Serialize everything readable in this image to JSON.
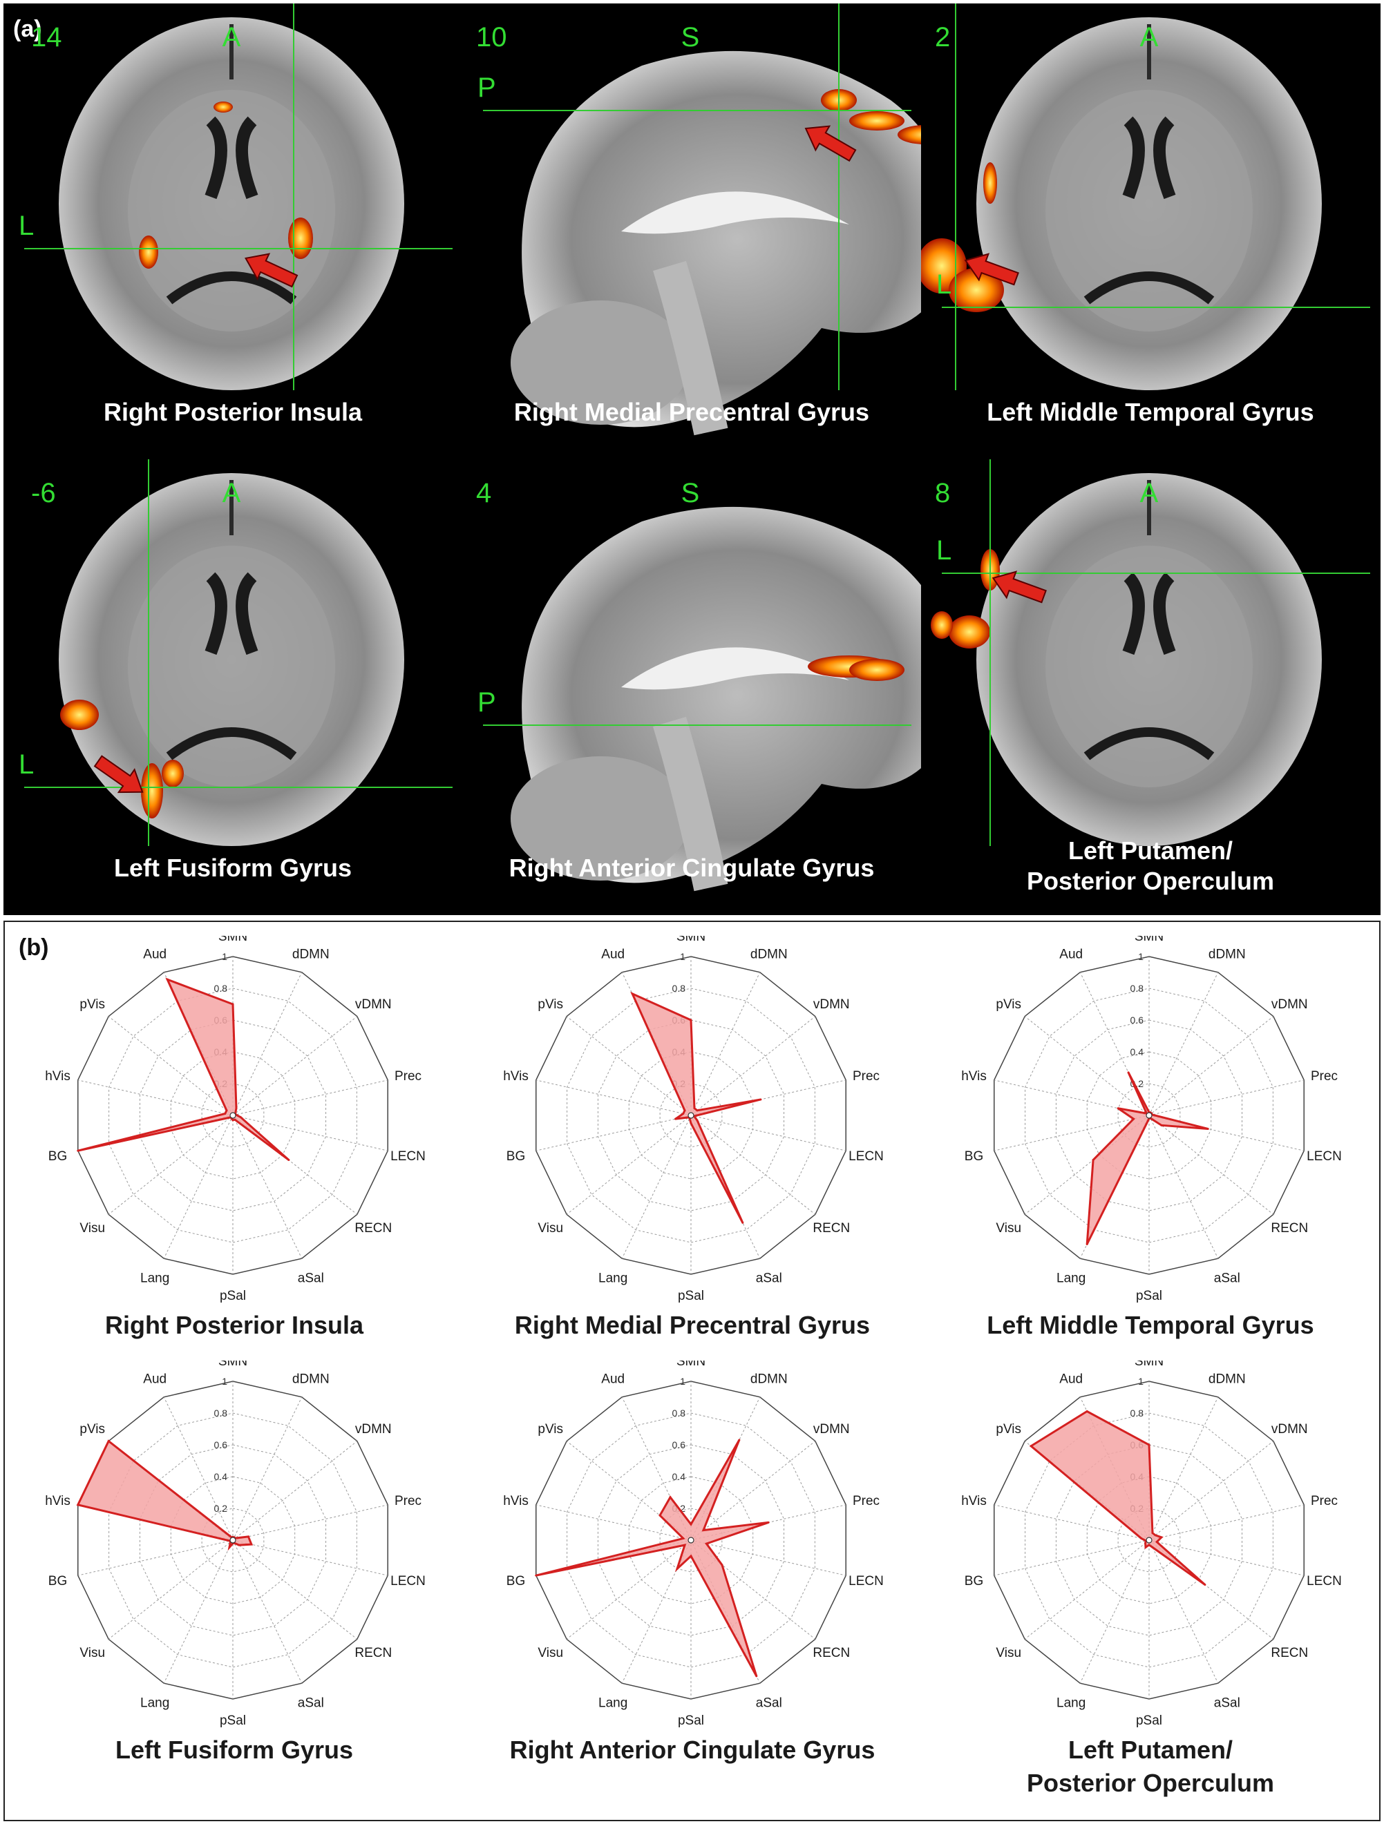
{
  "panel_a": {
    "label": "(a)",
    "scans": [
      {
        "view": "axial",
        "slice": "14",
        "mark_top": "A",
        "mark_side": "L",
        "caption": [
          "Right Posterior Insula"
        ]
      },
      {
        "view": "sagittal",
        "slice": "10",
        "mark_top": "S",
        "mark_side": "P",
        "caption": [
          "Right Medial Precentral Gyrus"
        ]
      },
      {
        "view": "axial",
        "slice": "2",
        "mark_top": "A",
        "mark_side": "L",
        "caption": [
          "Left Middle Temporal Gyrus"
        ]
      },
      {
        "view": "axial",
        "slice": "-6",
        "mark_top": "A",
        "mark_side": "L",
        "caption": [
          "Left Fusiform Gyrus"
        ]
      },
      {
        "view": "sagittal",
        "slice": "4",
        "mark_top": "S",
        "mark_side": "P",
        "caption": [
          "Right Anterior Cingulate Gyrus"
        ]
      },
      {
        "view": "axial",
        "slice": "8",
        "mark_top": "A",
        "mark_side": "L",
        "caption": [
          "Left Putamen/",
          "Posterior Operculum"
        ]
      }
    ],
    "colors": {
      "crosshair": "#33cc33",
      "marker_text": "#33dd33",
      "arrow": "#e0241b",
      "activation_hot": "#fff27a",
      "activation_mid": "#ff8a00",
      "activation_low": "#b01800"
    }
  },
  "panel_b": {
    "label": "(b)"
  },
  "chart_data": [
    {
      "type": "radar",
      "title": [
        "Right Posterior Insula"
      ],
      "axes": [
        "SMN",
        "dDMN",
        "vDMN",
        "Prec",
        "LECN",
        "RECN",
        "aSal",
        "pSal",
        "Lang",
        "Visu",
        "BG",
        "hVis",
        "pVis",
        "Aud"
      ],
      "rlim": [
        0,
        1
      ],
      "ticks": [
        "0.2",
        "0.4",
        "0.6",
        "0.8",
        "1"
      ],
      "values": [
        0.7,
        0.05,
        0.02,
        0.02,
        0.05,
        0.45,
        0.03,
        0.03,
        0.02,
        0.02,
        1.0,
        0.05,
        0.05,
        0.95
      ],
      "grid": true,
      "color": "#d42020",
      "fill": "#f4a5a5"
    },
    {
      "type": "radar",
      "title": [
        "Right Medial Precentral Gyrus"
      ],
      "axes": [
        "SMN",
        "dDMN",
        "vDMN",
        "Prec",
        "LECN",
        "RECN",
        "aSal",
        "pSal",
        "Lang",
        "Visu",
        "BG",
        "hVis",
        "pVis",
        "Aud"
      ],
      "rlim": [
        0,
        1
      ],
      "ticks": [
        "0.2",
        "0.4",
        "0.6",
        "0.8",
        "1"
      ],
      "values": [
        0.6,
        0.05,
        0.05,
        0.45,
        0.02,
        0.05,
        0.75,
        0.05,
        0.02,
        0.02,
        0.1,
        0.05,
        0.05,
        0.85
      ],
      "grid": true,
      "color": "#d42020",
      "fill": "#f4a5a5"
    },
    {
      "type": "radar",
      "title": [
        "Left Middle Temporal Gyrus"
      ],
      "axes": [
        "SMN",
        "dDMN",
        "vDMN",
        "Prec",
        "LECN",
        "RECN",
        "aSal",
        "pSal",
        "Lang",
        "Visu",
        "BG",
        "hVis",
        "pVis",
        "Aud"
      ],
      "rlim": [
        0,
        1
      ],
      "ticks": [
        "0.2",
        "0.4",
        "0.6",
        "0.8",
        "1"
      ],
      "values": [
        0.02,
        0.02,
        0.02,
        0.02,
        0.38,
        0.1,
        0.02,
        0.02,
        0.9,
        0.45,
        0.1,
        0.2,
        0.02,
        0.3
      ],
      "grid": true,
      "color": "#d42020",
      "fill": "#f4a5a5"
    },
    {
      "type": "radar",
      "title": [
        "Left Fusiform Gyrus"
      ],
      "axes": [
        "SMN",
        "dDMN",
        "vDMN",
        "Prec",
        "LECN",
        "RECN",
        "aSal",
        "pSal",
        "Lang",
        "Visu",
        "BG",
        "hVis",
        "pVis",
        "Aud"
      ],
      "rlim": [
        0,
        1
      ],
      "ticks": [
        "0.2",
        "0.4",
        "0.6",
        "0.8",
        "1"
      ],
      "values": [
        0.02,
        0.02,
        0.02,
        0.1,
        0.12,
        0.05,
        0.02,
        0.02,
        0.05,
        0.02,
        0.02,
        1.0,
        1.0,
        0.02
      ],
      "grid": true,
      "color": "#d42020",
      "fill": "#f4a5a5"
    },
    {
      "type": "radar",
      "title": [
        "Right Anterior Cingulate Gyrus"
      ],
      "axes": [
        "SMN",
        "dDMN",
        "vDMN",
        "Prec",
        "LECN",
        "RECN",
        "aSal",
        "pSal",
        "Lang",
        "Visu",
        "BG",
        "hVis",
        "pVis",
        "Aud"
      ],
      "rlim": [
        0,
        1
      ],
      "ticks": [
        "0.2",
        "0.4",
        "0.6",
        "0.8",
        "1"
      ],
      "values": [
        0.1,
        0.7,
        0.1,
        0.5,
        0.1,
        0.25,
        0.95,
        0.1,
        0.2,
        0.05,
        1.0,
        0.05,
        0.25,
        0.3
      ],
      "grid": true,
      "color": "#d42020",
      "fill": "#f4a5a5"
    },
    {
      "type": "radar",
      "title": [
        "Left Putamen/",
        "Posterior Operculum"
      ],
      "axes": [
        "SMN",
        "dDMN",
        "vDMN",
        "Prec",
        "LECN",
        "RECN",
        "aSal",
        "pSal",
        "Lang",
        "Visu",
        "BG",
        "hVis",
        "pVis",
        "Aud"
      ],
      "rlim": [
        0,
        1
      ],
      "ticks": [
        "0.2",
        "0.4",
        "0.6",
        "0.8",
        "1"
      ],
      "values": [
        0.6,
        0.05,
        0.05,
        0.08,
        0.05,
        0.45,
        0.05,
        0.03,
        0.05,
        0.03,
        0.02,
        0.05,
        0.95,
        0.9
      ],
      "grid": true,
      "color": "#d42020",
      "fill": "#f4a5a5"
    }
  ]
}
